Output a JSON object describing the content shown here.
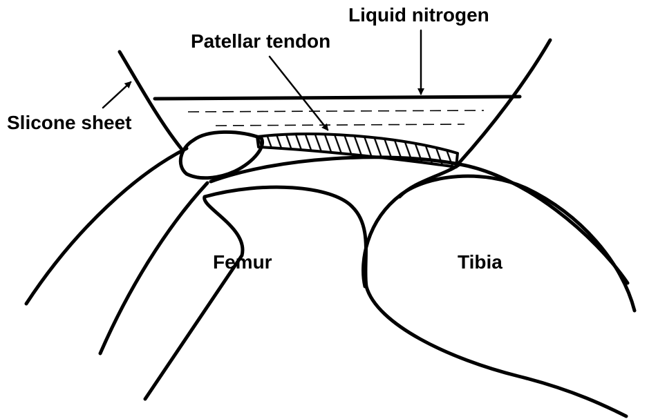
{
  "labels": {
    "liquid_nitrogen": "Liquid nitrogen",
    "patellar_tendon": "Patellar tendon",
    "silicone_sheet": "Slicone sheet",
    "femur": "Femur",
    "tibia": "Tibia"
  }
}
